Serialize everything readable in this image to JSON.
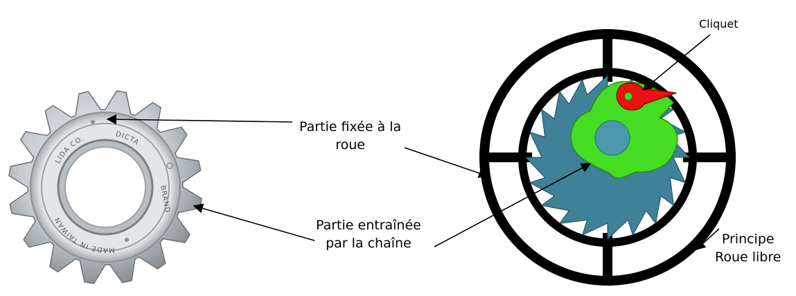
{
  "labels": {
    "fixed_part_line1": "Partie fixée à la",
    "fixed_part_line2": "roue",
    "driven_part_line1": "Partie entraînée",
    "driven_part_line2": "par la chaîne",
    "pawl": "Cliquet",
    "principle_line1": "Principe",
    "principle_line2": "Roue libre"
  },
  "freewheel_engraving": {
    "brand_top": "DICTA",
    "brand_right": "BRAND",
    "maker": "LIDA CO.",
    "origin": "MADE IN TAIWAN"
  },
  "colors": {
    "ring": "#000000",
    "ratchet": "#3f8196",
    "hub": "#44dd22",
    "hub_hole": "#4a98ab",
    "pawl": "#ee1111",
    "metal_light": "#e6e9ec",
    "metal_dark": "#6e7378"
  },
  "icons": {
    "arrow": "arrow",
    "gear": "sprocket-icon"
  }
}
